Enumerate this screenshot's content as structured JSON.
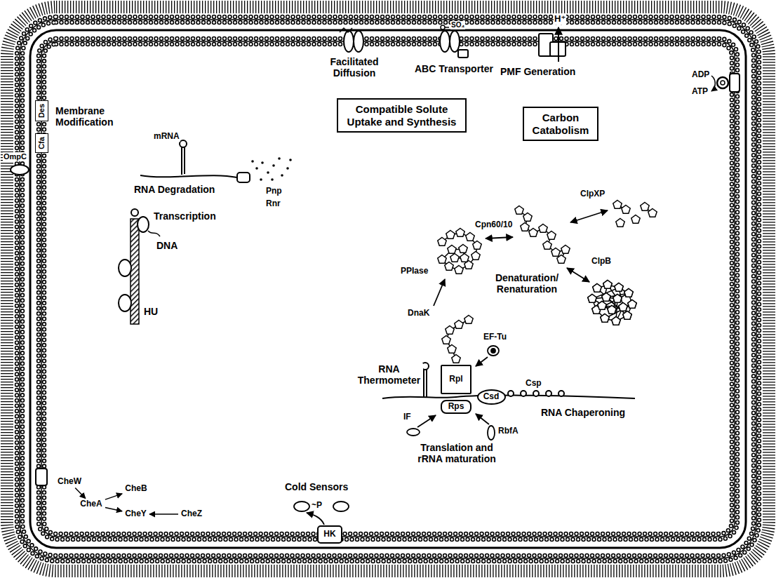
{
  "diagram": {
    "nodes": [
      {
        "text": [
          "Des"
        ]
      },
      {
        "text": [
          "Cfa"
        ]
      },
      {
        "text": [
          "Compatible Solute Uptake and Synthesis"
        ]
      },
      {
        "text": [
          "Carbon Catabolism"
        ]
      },
      {
        "text": [
          "Rpl"
        ]
      },
      {
        "text": [
          "Csd"
        ]
      },
      {
        "text": [
          "Rps"
        ]
      },
      {
        "text": [
          "CheW"
        ]
      },
      {
        "text": [
          "CheA"
        ]
      },
      {
        "text": [
          "CheB"
        ]
      },
      {
        "text": [
          "CheY"
        ]
      },
      {
        "text": [
          "CheZ"
        ]
      },
      {
        "text": [
          "HK"
        ]
      }
    ],
    "edges": [
      {
        "from": 7,
        "to": 8,
        "arrow": "to"
      },
      {
        "from": 8,
        "to": 9,
        "arrow": "to"
      },
      {
        "from": 8,
        "to": 10,
        "arrow": "to"
      },
      {
        "from": 11,
        "to": 10,
        "arrow": "to"
      }
    ],
    "labels": [
      "OmpC",
      "Membrane Modification",
      "Facilitated Diffusion",
      "SO₄",
      "ABC Transporter",
      "PMF Generation",
      "H⁺",
      "ADP",
      "ATP",
      "mRNA",
      "RNA Degradation",
      "Pnp",
      "Rnr",
      "Transcription",
      "DNA",
      "HU",
      "ClpXP",
      "Cpn60/10",
      "PPIase",
      "Denaturation/ Renaturation",
      "ClpB",
      "DnaK",
      "EF-Tu",
      "RNA Thermometer",
      "Csp",
      "RNA Chaperoning",
      "IF",
      "RbfA",
      "Translation and rRNA maturation",
      "Cold Sensors",
      "~P"
    ]
  }
}
